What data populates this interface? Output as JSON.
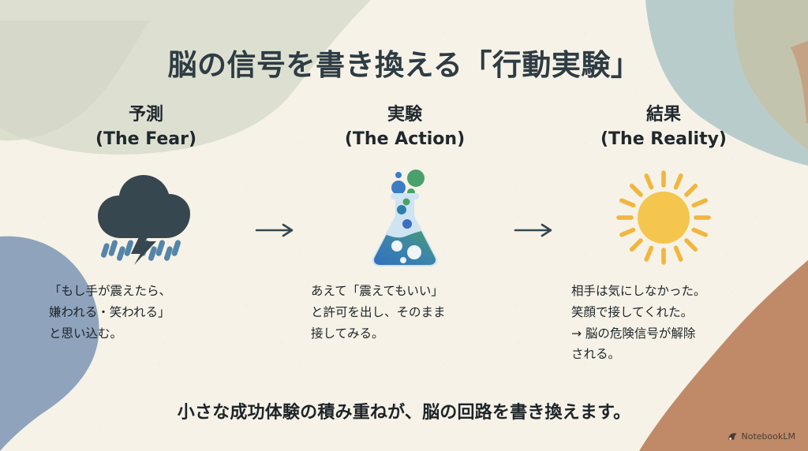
{
  "page": {
    "title": "脳の信号を書き換える「行動実験」",
    "caption": "小さな成功体験の積み重ねが、脳の回路を書き換えます。",
    "background_color": "#f6f2e7",
    "title_color": "#2e3c44",
    "text_color": "#1d2428"
  },
  "columns": [
    {
      "heading_ja": "予測",
      "heading_en": "(The Fear)",
      "icon": "storm-cloud-rain-lightning-icon",
      "icon_colors": {
        "cloud": "#36474f",
        "rain": "#5585a8",
        "bolt": "#36474f"
      },
      "body_lines": [
        "「もし手が震えたら、",
        "嫌われる・笑われる」",
        "と思い込む。"
      ]
    },
    {
      "heading_ja": "実験",
      "heading_en": "(The Action)",
      "icon": "erlenmeyer-flask-icon",
      "icon_colors": {
        "glass": "#cfe4f2",
        "liquid_start": "#2f6fc0",
        "liquid_end": "#4aa06a",
        "bubble_blue": "#3b7cc4",
        "bubble_green": "#4aa06a"
      },
      "body_lines": [
        "あえて「震えてもいい」",
        "と許可を出し、そのまま",
        "接してみる。"
      ]
    },
    {
      "heading_ja": "結果",
      "heading_en": "(The Reality)",
      "icon": "sun-icon",
      "icon_colors": {
        "sun": "#f4c64e",
        "rays": "#f0b63f"
      },
      "body_lines": [
        "相手は気にしなかった。",
        "笑顔で接してくれた。",
        "→ 脳の危険信号が解除",
        "される。"
      ]
    }
  ],
  "arrows": [
    {
      "glyph": "→",
      "color": "#36474f"
    },
    {
      "glyph": "→",
      "color": "#36474f"
    }
  ],
  "watermark": {
    "label": "NotebookLM",
    "icon": "notebooklm-logo-icon"
  },
  "decor": {
    "sage_top_left": "#dde0d1",
    "teal_top_right": "#b8cdcb",
    "olive_top_right": "#c3c4ad",
    "slate_blue_bottom_left": "#8fa3bc",
    "terracotta_bottom_right": "#c08a68"
  }
}
